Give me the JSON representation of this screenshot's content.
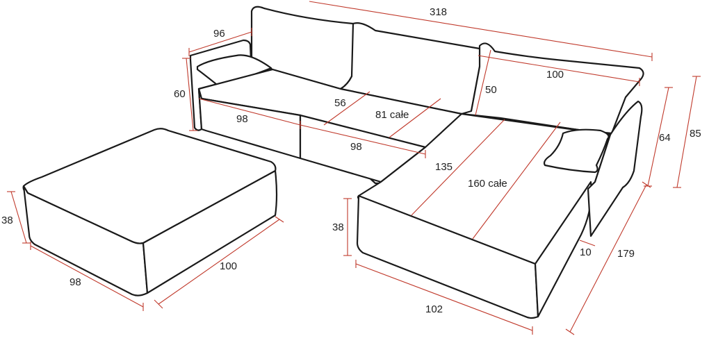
{
  "colors": {
    "outline": "#1a1a1a",
    "dimension_line": "#c0392b",
    "label_text": "#222222",
    "background": "#ffffff"
  },
  "dimensions": {
    "total_length": "318",
    "backrest_depth": "96",
    "back_height": "60",
    "left_seat_width": "98",
    "middle_seat_width": "98",
    "seat_depth": "56",
    "seat_depth_total": "81 całe",
    "backrest_height": "50",
    "back_cushion_width": "100",
    "chaise_depth": "135",
    "chaise_depth_total": "160 całe",
    "side_height": "64",
    "total_height": "85",
    "ottoman_height": "38",
    "ottoman_width": "98",
    "ottoman_length": "100",
    "chaise_seat_height": "38",
    "chaise_width": "102",
    "armrest_width": "10",
    "chaise_total_length": "179"
  }
}
